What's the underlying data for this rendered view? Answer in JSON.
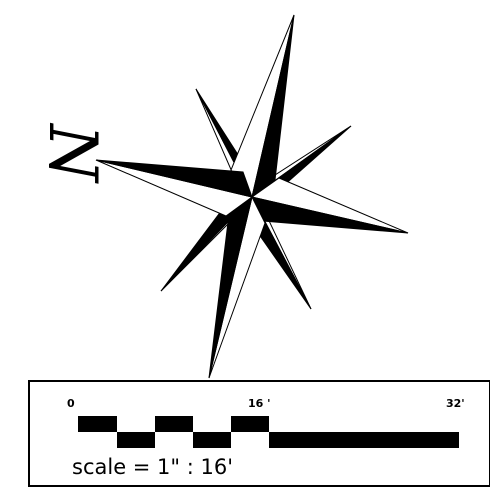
{
  "north_label": "N",
  "scale_bar": {
    "tick_labels": [
      "0",
      "16 '",
      "32'"
    ],
    "caption": "scale = 1\" : 16'"
  },
  "colors": {
    "ink": "#000000",
    "paper": "#ffffff"
  }
}
